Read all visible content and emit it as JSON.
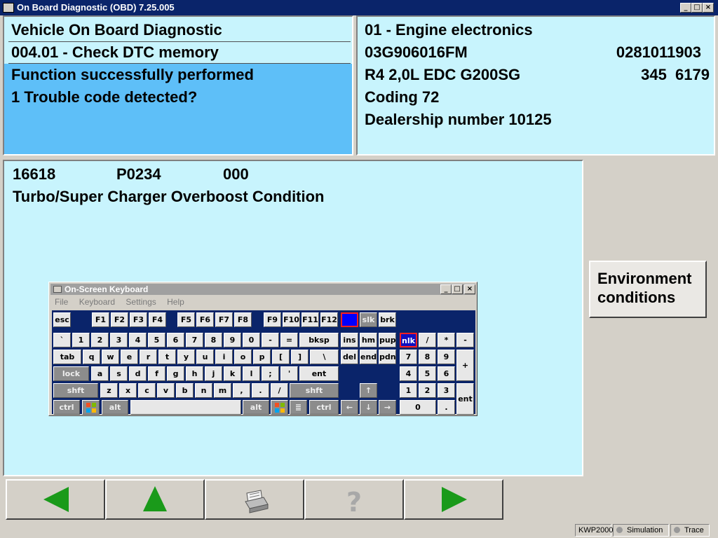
{
  "window": {
    "title": "On Board Diagnostic (OBD) 7.25.005"
  },
  "left_panel": {
    "line1": "Vehicle On Board Diagnostic",
    "line2": "004.01 - Check DTC memory",
    "line3": "Function successfully performed",
    "line4": "1 Trouble code detected?"
  },
  "right_panel": {
    "module": "01 - Engine electronics",
    "part_number": "03G906016FM",
    "part_number_right": "0281011903",
    "engine": "R4 2,0L EDC G200SG",
    "engine_right": "345  6179",
    "coding": "Coding 72",
    "dealership": "Dealership number 10125"
  },
  "dtc": {
    "code": "16618",
    "obd_code": "P0234",
    "extra": "000",
    "description": "Turbo/Super Charger Overboost Condition"
  },
  "side": {
    "env_line1": "Environment",
    "env_line2": "conditions"
  },
  "nav": {
    "back_icon": "left-arrow-icon",
    "up_icon": "up-arrow-icon",
    "print_icon": "printer-icon",
    "help_icon": "question-mark-icon",
    "forward_icon": "right-arrow-icon",
    "arrow_color": "#1a9a1a"
  },
  "statusbar": {
    "protocol": "KWP2000",
    "simulation": "Simulation",
    "trace": "Trace"
  },
  "osk": {
    "title": "On-Screen Keyboard",
    "menu": [
      "File",
      "Keyboard",
      "Settings",
      "Help"
    ],
    "keys": {
      "esc": "esc",
      "f1": "F1",
      "f2": "F2",
      "f3": "F3",
      "f4": "F4",
      "f5": "F5",
      "f6": "F6",
      "f7": "F7",
      "f8": "F8",
      "f9": "F9",
      "f10": "F10",
      "f11": "F11",
      "f12": "F12",
      "slk": "slk",
      "brk": "brk",
      "grave": "`",
      "n1": "1",
      "n2": "2",
      "n3": "3",
      "n4": "4",
      "n5": "5",
      "n6": "6",
      "n7": "7",
      "n8": "8",
      "n9": "9",
      "n0": "0",
      "minus": "-",
      "eq": "=",
      "bksp": "bksp",
      "ins": "ins",
      "hm": "hm",
      "pup": "pup",
      "nlk": "nlk",
      "kdiv": "/",
      "kmul": "*",
      "ksub": "-",
      "tab": "tab",
      "q": "q",
      "w": "w",
      "e": "e",
      "r": "r",
      "t": "t",
      "y": "y",
      "u": "u",
      "i": "i",
      "o": "o",
      "p": "p",
      "lbr": "[",
      "rbr": "]",
      "bsl": "\\",
      "del": "del",
      "end": "end",
      "pdn": "pdn",
      "k7": "7",
      "k8": "8",
      "k9": "9",
      "kadd": "+",
      "lock": "lock",
      "a": "a",
      "s": "s",
      "d": "d",
      "f": "f",
      "g": "g",
      "h": "h",
      "j": "j",
      "k": "k",
      "l": "l",
      "semi": ";",
      "quote": "'",
      "ent": "ent",
      "k4": "4",
      "k5": "5",
      "k6": "6",
      "shft": "shft",
      "z": "z",
      "x": "x",
      "c": "c",
      "v": "v",
      "b": "b",
      "n": "n",
      "m": "m",
      "comma": ",",
      "dot": ".",
      "slash": "/",
      "shft2": "shft",
      "up": "↑",
      "k1": "1",
      "k2": "2",
      "k3": "3",
      "kent": "ent",
      "ctrl": "ctrl",
      "alt": "alt",
      "alt2": "alt",
      "ctrl2": "ctrl",
      "left": "←",
      "down": "↓",
      "right": "→",
      "k0": "0",
      "kdot": "."
    }
  }
}
